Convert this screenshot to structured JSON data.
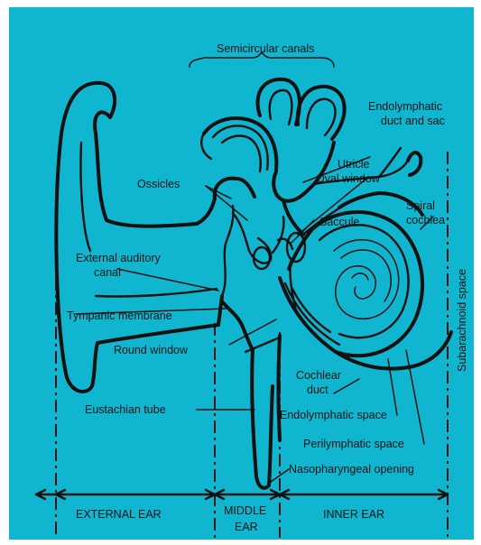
{
  "labels": {
    "semicircular_canals": "Semicircular canals",
    "endolymphatic_duct_1": "Endolymphatic",
    "endolymphatic_duct_2": "duct and sac",
    "utricle": "Utricle",
    "oval_window": "Oval window",
    "ossicles": "Ossicles",
    "spiral_cochlea_1": "Spiral",
    "spiral_cochlea_2": "cochlea",
    "saccule": "Saccule",
    "external_auditory_canal_1": "External auditory",
    "external_auditory_canal_2": "canal",
    "subarachnoid_space": "Subarachnoid space",
    "tympanic_membrane": "Tympanic membrane",
    "round_window": "Round window",
    "cochlear_duct_1": "Cochlear",
    "cochlear_duct_2": "duct",
    "eustachian_tube": "Eustachian tube",
    "endolymphatic_space": "Endolymphatic space",
    "perilymphatic_space": "Perilymphatic space",
    "nasopharyngeal_opening": "Nasopharyngeal opening"
  },
  "regions": {
    "external_ear": "EXTERNAL EAR",
    "middle_ear_1": "MIDDLE",
    "middle_ear_2": "EAR",
    "inner_ear": "INNER EAR"
  },
  "colors": {
    "background": "#10b6cf",
    "ink": "#111111"
  }
}
